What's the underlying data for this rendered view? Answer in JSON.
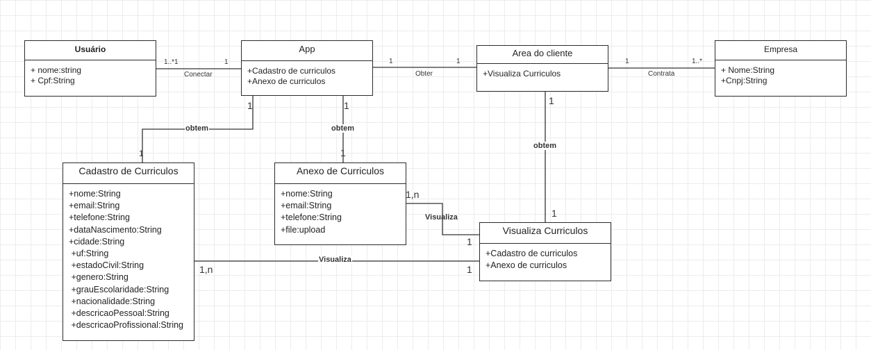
{
  "classes": {
    "usuario": {
      "name": "Usuário",
      "attrs": [
        "+ nome:string",
        "+ Cpf:String"
      ]
    },
    "app": {
      "name": "App",
      "attrs": [
        "+Cadastro de curriculos",
        "+Anexo de curriculos"
      ]
    },
    "area_cliente": {
      "name": "Area do cliente",
      "attrs": [
        "+Visualiza Curriculos"
      ]
    },
    "empresa": {
      "name": "Empresa",
      "attrs": [
        "+ Nome:String",
        "+Cnpj:String"
      ]
    },
    "cadastro": {
      "name": "Cadastro de Curriculos",
      "attrs": [
        "+nome:String",
        "+email:String",
        "+telefone:String",
        "+dataNascimento:String",
        "+cidade:String",
        " +uf:String",
        " +estadoCivil:String",
        " +genero:String",
        " +grauEscolaridade:String",
        " +nacionalidade:String",
        " +descricaoPessoal:String",
        " +descricaoProfissional:String"
      ]
    },
    "anexo": {
      "name": "Anexo de Curriculos",
      "attrs": [
        "+nome:String",
        "+email:String",
        "+telefone:String",
        "+file:upload"
      ]
    },
    "visualiza": {
      "name": "Visualiza Curriculos",
      "attrs": [
        "+Cadastro de curriculos",
        "+Anexo de curriculos"
      ]
    }
  },
  "relations": {
    "usuario_app": {
      "label": "Conectar",
      "from_mult": "1..*1",
      "to_mult": "1"
    },
    "app_area": {
      "label": "Obter",
      "from_mult": "1",
      "to_mult": "1"
    },
    "area_empresa": {
      "label": "Contrata",
      "from_mult": "1",
      "to_mult": "1..*"
    },
    "app_cadastro": {
      "label": "obtem",
      "from_mult": "1",
      "to_mult": "1"
    },
    "app_anexo": {
      "label": "obtem",
      "from_mult": "1",
      "to_mult": "1"
    },
    "area_visualiza": {
      "label": "obtem",
      "from_mult": "1",
      "to_mult": "1"
    },
    "anexo_visualiza": {
      "label": "Visualiza",
      "from_mult": "1,n",
      "to_mult": "1"
    },
    "cadastro_visualiza": {
      "label": "Visualiza",
      "from_mult": "1,n",
      "to_mult": "1"
    }
  }
}
